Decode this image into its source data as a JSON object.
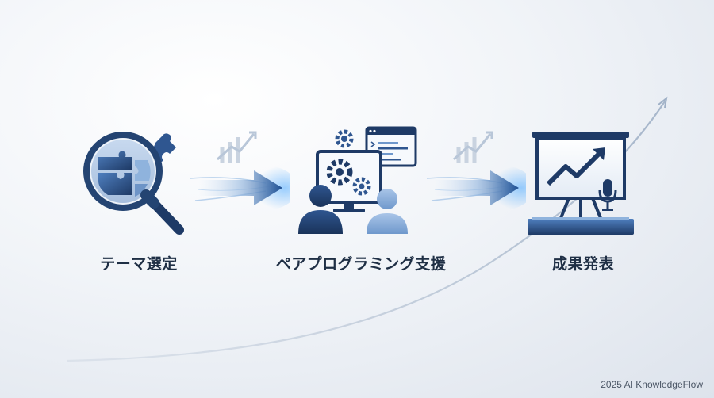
{
  "steps": [
    {
      "label": "テーマ選定",
      "icon": "magnifier-puzzle-icon"
    },
    {
      "label": "ペアプログラミング支援",
      "icon": "pair-programming-icon"
    },
    {
      "label": "成果発表",
      "icon": "presentation-board-icon"
    }
  ],
  "connectors": [
    {
      "icon": "glowing-arrow-icon"
    },
    {
      "icon": "glowing-arrow-icon"
    }
  ],
  "footer": {
    "credit": "2025 AI KnowledgeFlow"
  },
  "colors": {
    "navy": "#1e3a66",
    "blue": "#3d6aa8",
    "light_blue": "#8fb3dd",
    "glow": "#4aa8ff"
  }
}
